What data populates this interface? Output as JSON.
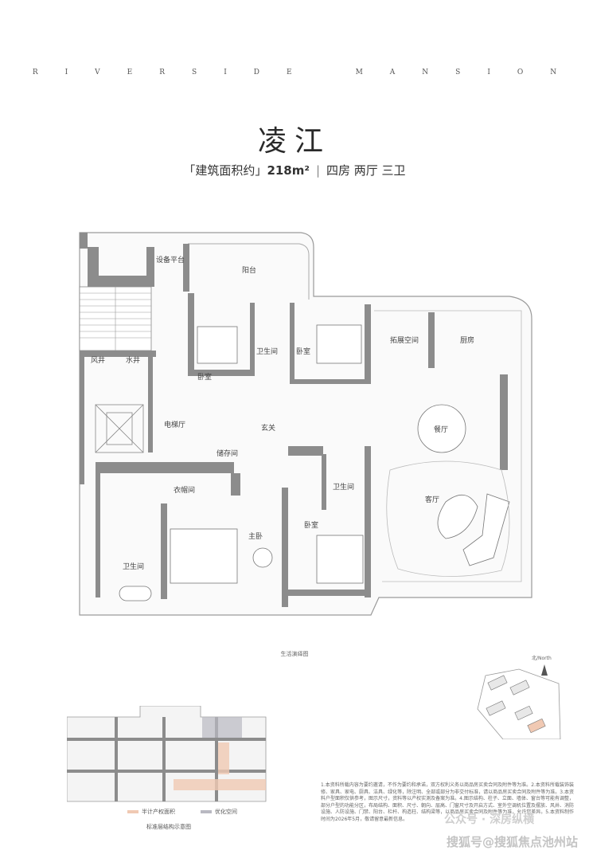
{
  "brand": {
    "word1": [
      "R",
      "I",
      "V",
      "E",
      "R",
      "S",
      "I",
      "D",
      "E"
    ],
    "word2": [
      "M",
      "A",
      "N",
      "S",
      "I",
      "O",
      "N"
    ]
  },
  "title": "凌江",
  "subtitle": {
    "prefix": "「建筑面积约」",
    "area": "218m²",
    "separator": "|",
    "layout": "四房 两厅 三卫"
  },
  "rooms": {
    "equipment_platform": "设备平台",
    "balcony": "阳台",
    "air_shaft": "风井",
    "water_shaft": "水井",
    "bathroom_1": "卫生间",
    "bedroom_1": "卧室",
    "bedroom_2": "卧室",
    "expansion_space": "拓展空间",
    "kitchen": "厨房",
    "elevator_hall": "电梯厅",
    "foyer": "玄关",
    "storage": "储存间",
    "dining": "餐厅",
    "walk_in_closet": "衣帽间",
    "bathroom_2": "卫生间",
    "living": "客厅",
    "bedroom_3": "卧室",
    "master_bedroom": "主卧",
    "master_bathroom": "卫生间"
  },
  "plan_caption": "生活演绎图",
  "compass": "北/North",
  "legend": {
    "item1": "半计产权面积",
    "item2": "优化空间",
    "color1": "#f0c9b3",
    "color2": "#b9b9c2"
  },
  "mini_caption": "标准层结构示意图",
  "disclaimer": "1.本资料所载内容为要约邀请，不作为要约和承诺，双方权利义务以商品房买卖合同及附件等为准。2.本资料所载装饰装修、家具、家电、厨具、洁具、绿化等，除注明、全部或部分为非交付标准，请以商品房买卖合同及附件等为准。3.本资料户型面积仅供参考，图示尺寸，资料等以产权实测及备案为准。4.图示结构、柱子、立面、墙体、窗台等可能有调整，部分户型的功能分区，布局结构、面积、尺寸、朝向、层高、门窗尺寸及开启方式、室外空调机位置及摆放、风井、消防设施、人防设施、门禁、阳台、栏杆、构造柱、结构梁等，以商品房买卖合同及附件等为准，允许您差异。5.本资料制作时间为2026年5月，敬请留意最新信息。",
  "watermark1": "公众号 · 深房纵横",
  "watermark2": "搜狐号@搜狐焦点池州站"
}
